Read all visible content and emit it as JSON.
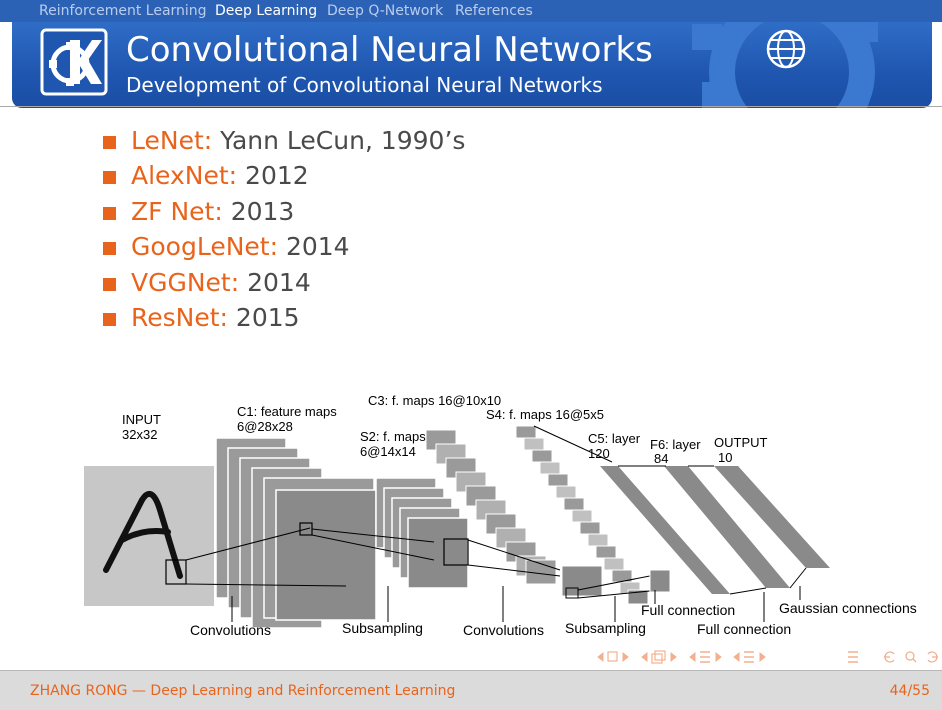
{
  "nav": {
    "items": [
      "Reinforcement Learning",
      "Deep Learning",
      "Deep Q-Network",
      "References"
    ],
    "active": "Deep Learning"
  },
  "header": {
    "title": "Convolutional Neural Networks",
    "subtitle": "Development of Convolutional Neural Networks"
  },
  "networks": [
    {
      "name": "LeNet:",
      "year": "Yann LeCun, 1990’s"
    },
    {
      "name": "AlexNet:",
      "year": "2012"
    },
    {
      "name": "ZF Net:",
      "year": "2013"
    },
    {
      "name": "GoogLeNet:",
      "year": "2014"
    },
    {
      "name": "VGGNet:",
      "year": "2014"
    },
    {
      "name": "ResNet:",
      "year": "2015"
    }
  ],
  "diagram": {
    "input": [
      "INPUT",
      "32x32"
    ],
    "c1": [
      "C1: feature maps",
      "6@28x28"
    ],
    "s2": [
      "S2: f. maps",
      "6@14x14"
    ],
    "c3": "C3: f. maps 16@10x10",
    "s4": "S4: f. maps 16@5x5",
    "c5": [
      "C5: layer",
      "120"
    ],
    "f6": [
      "F6: layer",
      "84"
    ],
    "output": [
      "OUTPUT",
      "10"
    ],
    "ops": {
      "conv1": "Convolutions",
      "sub1": "Subsampling",
      "conv2": "Convolutions",
      "sub2": "Subsampling",
      "full1": "Full connection",
      "full2": "Full connection",
      "gauss": "Gaussian connections"
    }
  },
  "footer": {
    "author_title": "ZHANG RONG — Deep Learning and Reinforcement Learning",
    "page": "44/55"
  },
  "colors": {
    "accent": "#e8641c",
    "header_blue": "#2b62b5",
    "text": "#4a4a4a"
  }
}
